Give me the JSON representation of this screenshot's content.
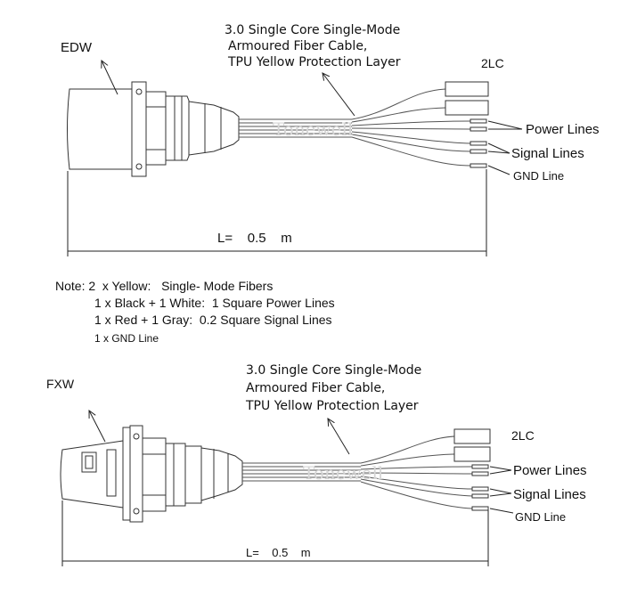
{
  "diagram1": {
    "connector_label": "EDW",
    "cable_label": [
      "3.0 Single Core Single-Mode",
      "Armoured Fiber Cable,",
      "TPU Yellow Protection Layer"
    ],
    "lc_label": "2LC",
    "power_label": "Power Lines",
    "signal_label": "Signal Lines",
    "gnd_label": "GND  Line",
    "length_label": "L=    0.5    m"
  },
  "note": {
    "lines": [
      "Note: 2  x Yellow:   Single- Mode Fibers",
      "1 x Black + 1 White:  1 Square Power Lines",
      "1 x Red + 1 Gray:  0.2 Square Signal Lines",
      "1 x GND Line"
    ]
  },
  "diagram2": {
    "connector_label": "FXW",
    "cable_label": [
      "3.0 Single Core Single-Mode",
      "Armoured Fiber Cable,",
      "TPU Yellow Protection Layer"
    ],
    "lc_label": "2LC",
    "power_label": "Power Lines",
    "signal_label": "Signal Lines",
    "gnd_label": "GND  Line",
    "length_label": "L=    0.5    m"
  },
  "watermark": "Tonewell"
}
